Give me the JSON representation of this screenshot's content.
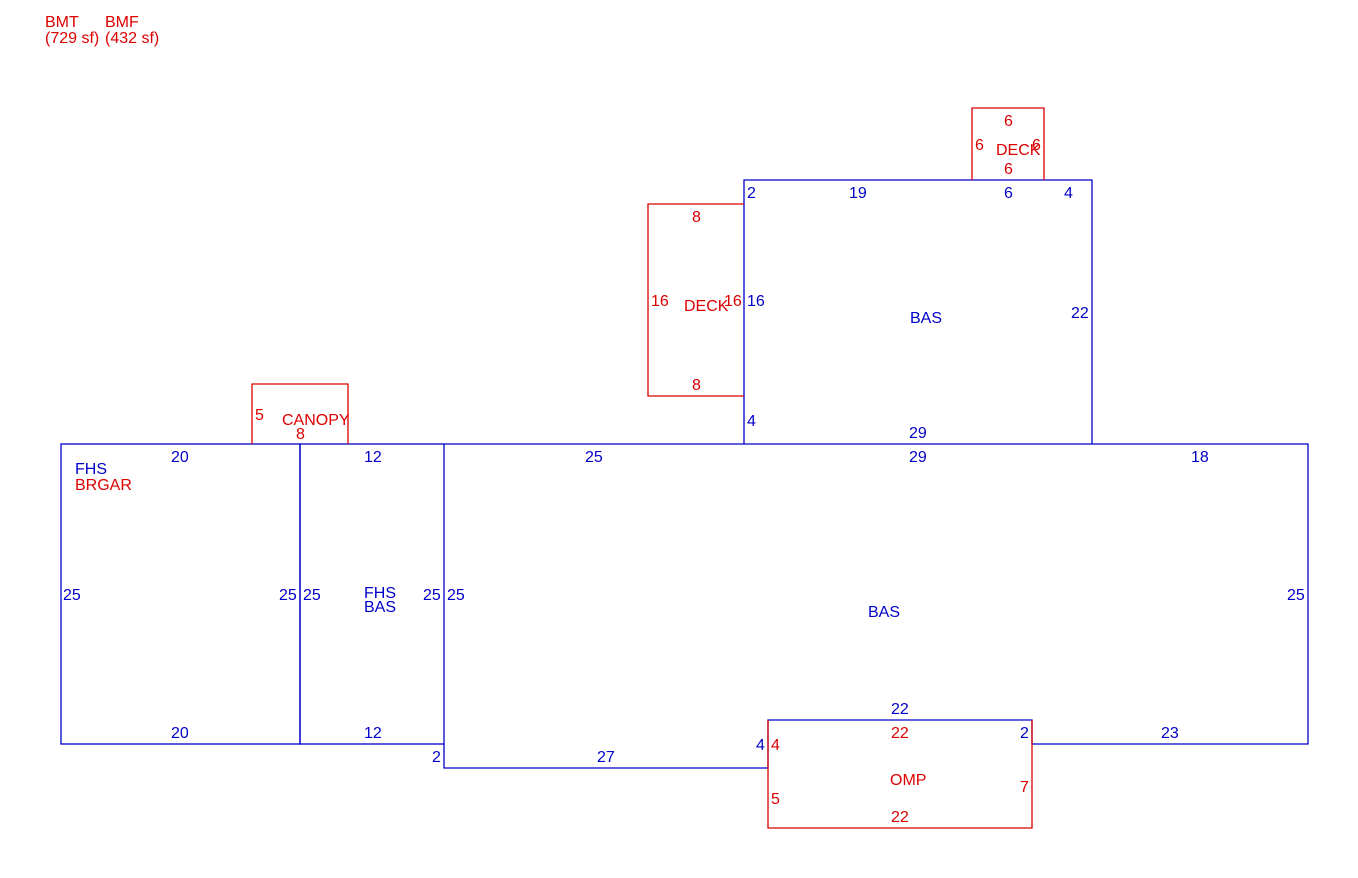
{
  "legend": {
    "bmt": {
      "code": "BMT",
      "area": "(729 sf)"
    },
    "bmf": {
      "code": "BMF",
      "area": "(432 sf)"
    }
  },
  "colors": {
    "structure": "#0000c8",
    "addition": "#dc0000"
  },
  "areas": {
    "fhs_brgar": {
      "line1": "FHS",
      "line2": "BRGAR"
    },
    "fhs_bas": {
      "line1": "FHS",
      "line2": "BAS"
    },
    "bas_main": "BAS",
    "bas_upper": "BAS",
    "canopy": "CANOPY",
    "deck_left": "DECK",
    "deck_top": "DECK",
    "omp": "OMP"
  },
  "dimensions": {
    "garage": {
      "top": "20",
      "bottom": "20",
      "left": "25",
      "right": "25"
    },
    "fhs_bas": {
      "top": "12",
      "bottom": "12",
      "left": "25",
      "right": "25"
    },
    "main": {
      "top_left": "25",
      "top_mid": "29",
      "top_right": "18",
      "left": "25",
      "right": "25",
      "bottom_right": "23",
      "bottom_mid": "27",
      "step_left": "2",
      "step_right": "2",
      "omp_jog": "4",
      "omp_top": "22"
    },
    "upper": {
      "top_left_stub": "2",
      "top_mid": "19",
      "top_right_seg": "6",
      "top_right_stub": "4",
      "left_upper": "16",
      "left_lower": "4",
      "right": "22",
      "bottom": "29"
    },
    "canopy": {
      "left": "5",
      "bottom": "8"
    },
    "deck_left": {
      "top": "8",
      "bottom": "8",
      "left": "16",
      "right": "16"
    },
    "deck_top": {
      "top": "6",
      "bottom": "6",
      "left": "6",
      "right": "6"
    },
    "omp": {
      "top": "22",
      "bottom": "22",
      "left_top": "4",
      "left_bottom": "5",
      "right": "7"
    }
  }
}
